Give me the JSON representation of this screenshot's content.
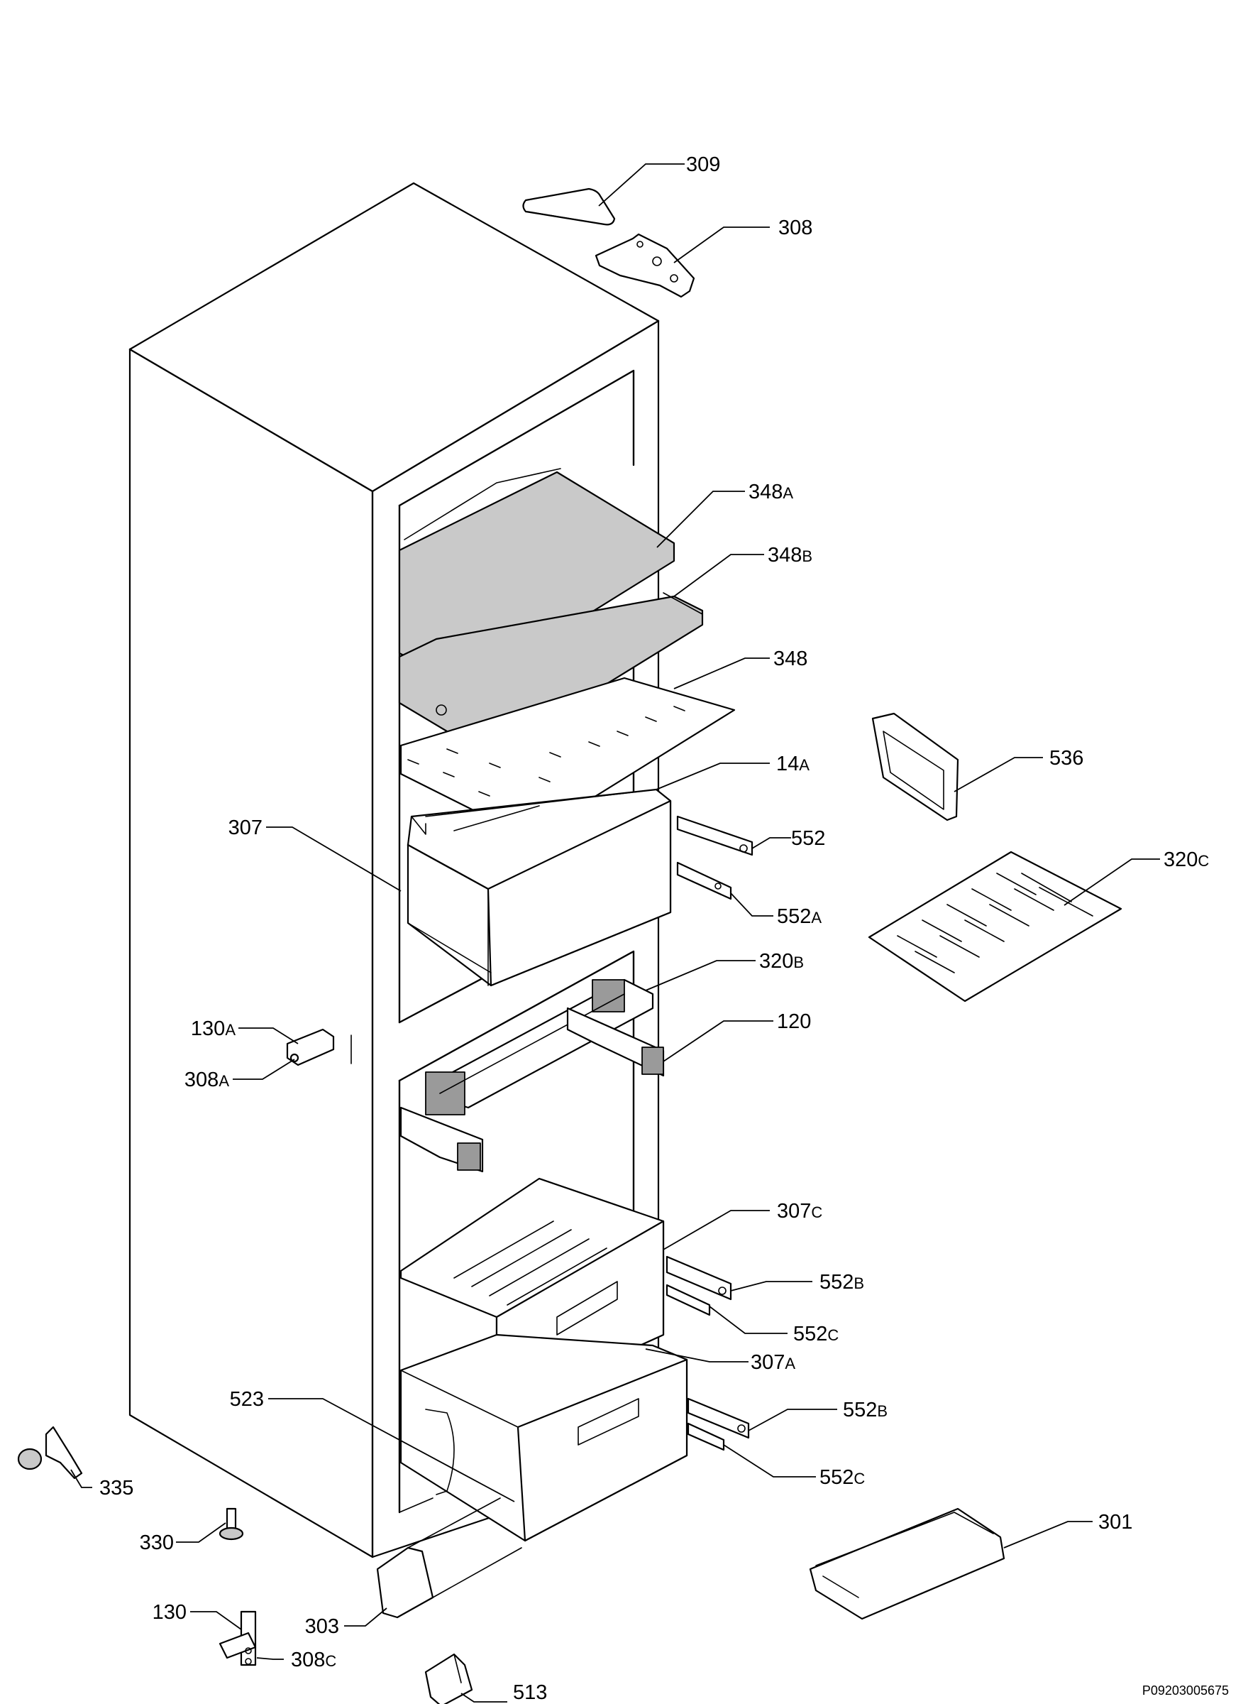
{
  "labels": [
    {
      "id": "309",
      "num": "309",
      "suf": ""
    },
    {
      "id": "308",
      "num": "308",
      "suf": ""
    },
    {
      "id": "348a",
      "num": "348",
      "suf": "A"
    },
    {
      "id": "348b",
      "num": "348",
      "suf": "B"
    },
    {
      "id": "348",
      "num": "348",
      "suf": ""
    },
    {
      "id": "536",
      "num": "536",
      "suf": ""
    },
    {
      "id": "14a",
      "num": "14",
      "suf": "A"
    },
    {
      "id": "307",
      "num": "307",
      "suf": ""
    },
    {
      "id": "552",
      "num": "552",
      "suf": ""
    },
    {
      "id": "320c",
      "num": "320",
      "suf": "C"
    },
    {
      "id": "552a",
      "num": "552",
      "suf": "A"
    },
    {
      "id": "320b",
      "num": "320",
      "suf": "B"
    },
    {
      "id": "120",
      "num": "120",
      "suf": ""
    },
    {
      "id": "130a",
      "num": "130",
      "suf": "A"
    },
    {
      "id": "308a",
      "num": "308",
      "suf": "A"
    },
    {
      "id": "307c",
      "num": "307",
      "suf": "C"
    },
    {
      "id": "552b1",
      "num": "552",
      "suf": "B"
    },
    {
      "id": "552c1",
      "num": "552",
      "suf": "C"
    },
    {
      "id": "307a",
      "num": "307",
      "suf": "A"
    },
    {
      "id": "523",
      "num": "523",
      "suf": ""
    },
    {
      "id": "552b2",
      "num": "552",
      "suf": "B"
    },
    {
      "id": "552c2",
      "num": "552",
      "suf": "C"
    },
    {
      "id": "335",
      "num": "335",
      "suf": ""
    },
    {
      "id": "330",
      "num": "330",
      "suf": ""
    },
    {
      "id": "301",
      "num": "301",
      "suf": ""
    },
    {
      "id": "130",
      "num": "130",
      "suf": ""
    },
    {
      "id": "303",
      "num": "303",
      "suf": ""
    },
    {
      "id": "308c",
      "num": "308",
      "suf": "C"
    },
    {
      "id": "513",
      "num": "513",
      "suf": ""
    }
  ],
  "drawing_code": "P09203005675"
}
